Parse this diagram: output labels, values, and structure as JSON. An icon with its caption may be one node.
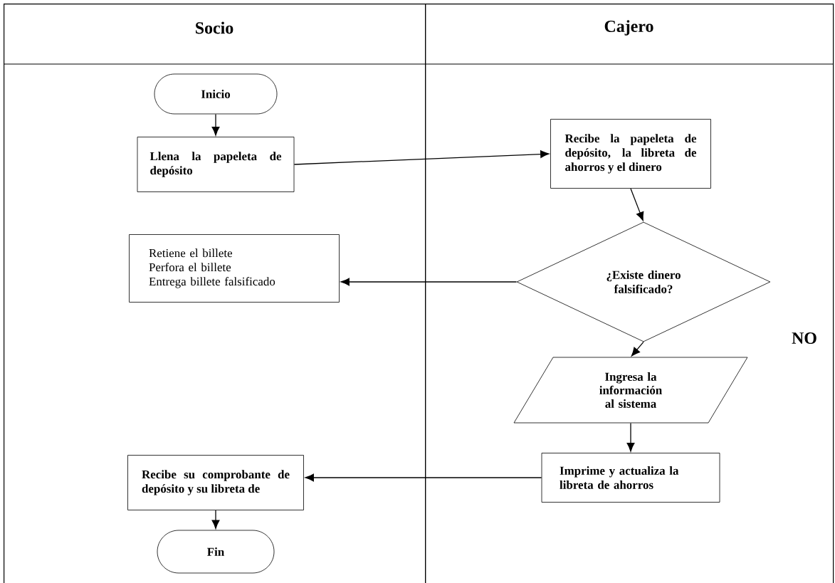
{
  "diagram": {
    "nodes": [
      {
        "text": [
          "Socio"
        ]
      },
      {
        "text": [
          "Cajero"
        ]
      },
      {
        "text": [
          "Inicio"
        ],
        "in": 0
      },
      {
        "text": [
          "Llena la papeleta de depósito"
        ],
        "in": 0
      },
      {
        "text": [
          "Recibe la papeleta de depósito, la libreta de ahorros y el dinero"
        ],
        "in": 1
      },
      {
        "text": [
          "¿Existe dinero falsificado?"
        ],
        "in": 1
      },
      {
        "text": [
          "Retiene el billete",
          "Perfora el billete",
          "Entrega billete falsificado"
        ],
        "in": 0
      },
      {
        "text": [
          "Ingresa la información al sistema"
        ],
        "in": 1
      },
      {
        "text": [
          "Imprime y actualiza la libreta de ahorros"
        ],
        "in": 1
      },
      {
        "text": [
          "Recibe su comprobante de depósito y su libreta de"
        ],
        "in": 0
      },
      {
        "text": [
          "Fin"
        ],
        "in": 0
      }
    ],
    "edges": [
      {
        "from": 2,
        "to": 3,
        "arrow": "to"
      },
      {
        "from": 3,
        "to": 4,
        "arrow": "to"
      },
      {
        "from": 4,
        "to": 5,
        "arrow": "to"
      },
      {
        "from": 5,
        "to": 6,
        "arrow": "to"
      },
      {
        "from": 5,
        "to": 7,
        "arrow": "to"
      },
      {
        "from": 7,
        "to": 8,
        "arrow": "to"
      },
      {
        "from": 8,
        "to": 9,
        "arrow": "to"
      },
      {
        "from": 9,
        "to": 10,
        "arrow": "to"
      }
    ],
    "labels": [
      "NO"
    ]
  }
}
